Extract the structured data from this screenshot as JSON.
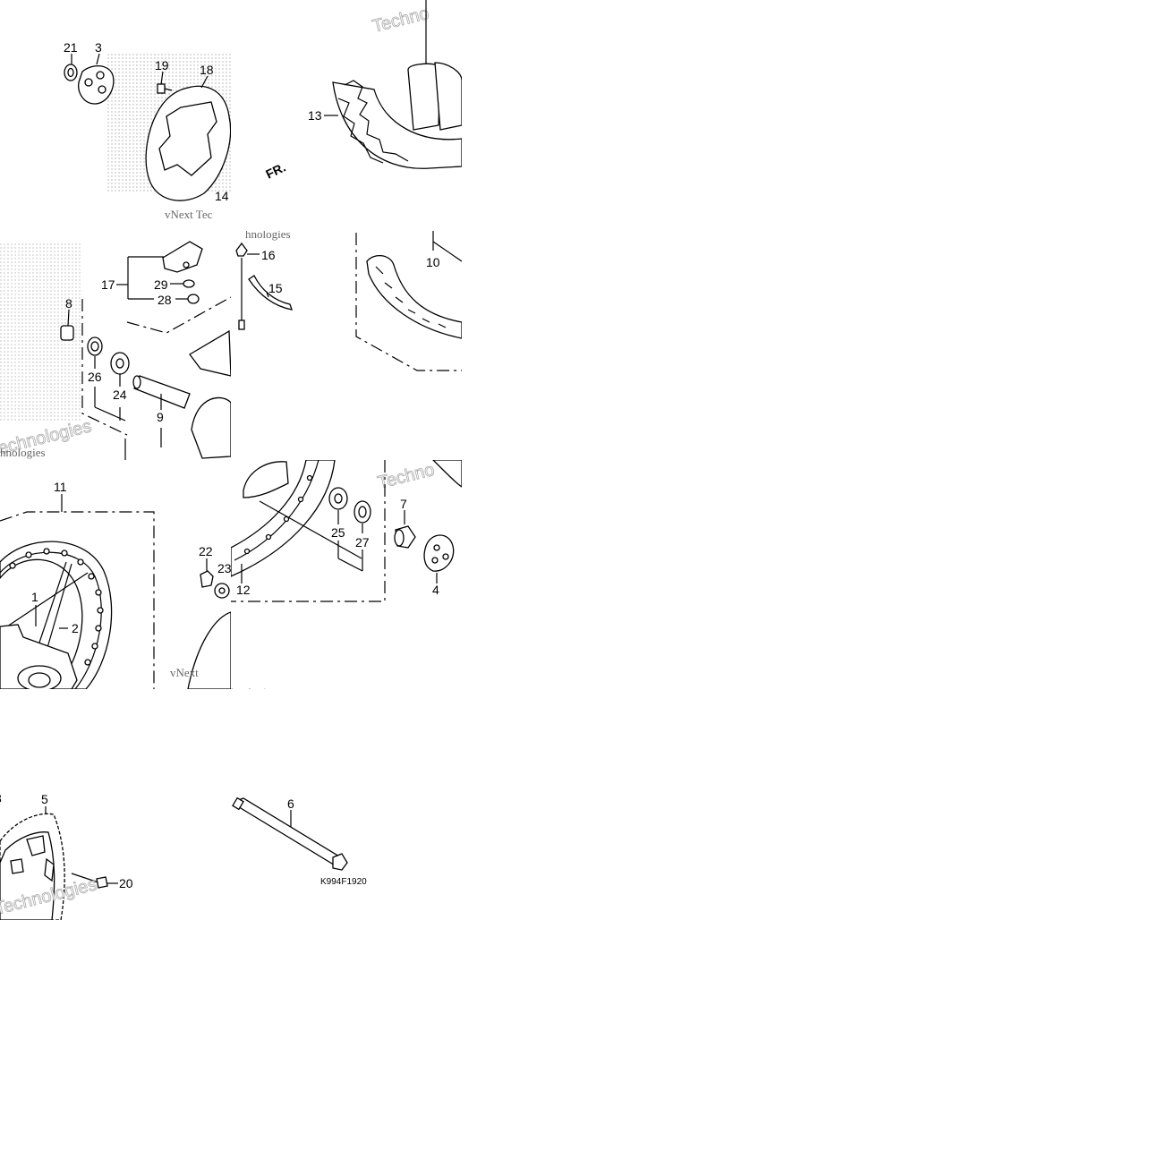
{
  "parts": {
    "p1": "1",
    "p2": "2",
    "p3": "3",
    "p4": "4",
    "p5": "5",
    "p6": "6",
    "p7": "7",
    "p8": "8",
    "p9": "9",
    "p10": "10",
    "p11": "11",
    "p12": "12",
    "p13": "13",
    "p14": "14",
    "p15": "15",
    "p16": "16",
    "p17": "17",
    "p18": "18",
    "p19": "19",
    "p20": "20",
    "p21": "21",
    "p22": "22",
    "p23": "23",
    "p24": "24",
    "p25": "25",
    "p26": "26",
    "p27": "27",
    "p28": "28",
    "p29": "29",
    "p8b": "8"
  },
  "direction_label": "FR.",
  "diagram_code": "K994F1920",
  "watermarks": {
    "vnext": "vNext",
    "vnext_tech": "vNext Tec",
    "techno": "Techno",
    "technologies": "Technologies",
    "hnologies": "hnologies"
  },
  "colors": {
    "line": "#000000",
    "background": "#ffffff",
    "watermark": "#999999"
  }
}
